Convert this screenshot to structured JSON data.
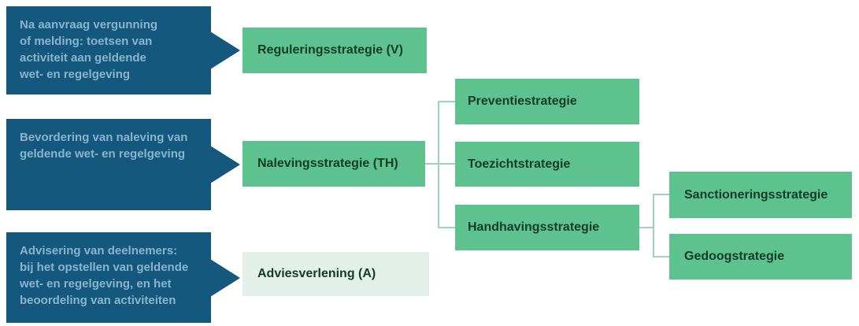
{
  "palette": {
    "input_box_bg": "#14587e",
    "input_box_text": "#8ab4cb",
    "node_bg": "#5ec28e",
    "node_bg_pale": "#e2f0e8",
    "node_text": "#123b28",
    "connector": "#9ed3b5"
  },
  "diagram": {
    "inputs": [
      {
        "text": "Na aanvraag vergunning\nof melding: toetsen van\nactiviteit aan geldende\nwet- en regelgeving"
      },
      {
        "text": "Bevordering van naleving van\ngeldende wet- en regelgeving"
      },
      {
        "text": "Advisering van deelnemers:\nbij het opstellen van geldende\nwet- en regelgeving, en het\nbeoordeling van activiteiten"
      }
    ],
    "level1": [
      {
        "label": "Reguleringsstrategie (V)"
      },
      {
        "label": "Nalevingsstrategie (TH)"
      },
      {
        "label": "Adviesverlening (A)"
      }
    ],
    "level2": [
      {
        "label": "Preventiestrategie"
      },
      {
        "label": "Toezichtstrategie"
      },
      {
        "label": "Handhavingsstrategie"
      }
    ],
    "level3": [
      {
        "label": "Sanctioneringsstrategie"
      },
      {
        "label": "Gedoogstrategie"
      }
    ]
  }
}
